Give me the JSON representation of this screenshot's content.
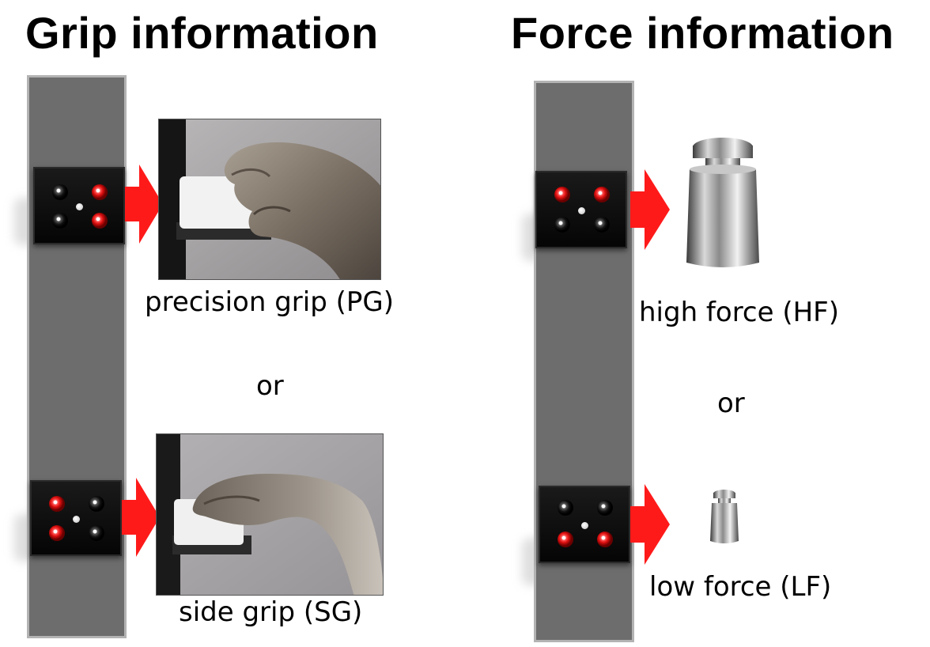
{
  "grip": {
    "title": "Grip information",
    "precision_label": "precision grip (PG)",
    "or_label": "or",
    "side_label": "side grip (SG)"
  },
  "force": {
    "title": "Force information",
    "high_label": "high force (HF)",
    "or_label": "or",
    "low_label": "low force (LF)"
  },
  "colors": {
    "arrow": "#ff1a1a",
    "column": "#6d6d6d",
    "column_border": "#b3b3b3",
    "led_on": "#e01010",
    "led_off": "#111111"
  },
  "led_patterns": {
    "precision_grip": [
      "off",
      "on",
      "off",
      "on"
    ],
    "side_grip": [
      "on",
      "off",
      "on",
      "off"
    ],
    "high_force": [
      "on",
      "on",
      "off",
      "off"
    ],
    "low_force": [
      "off",
      "off",
      "on",
      "on"
    ]
  }
}
